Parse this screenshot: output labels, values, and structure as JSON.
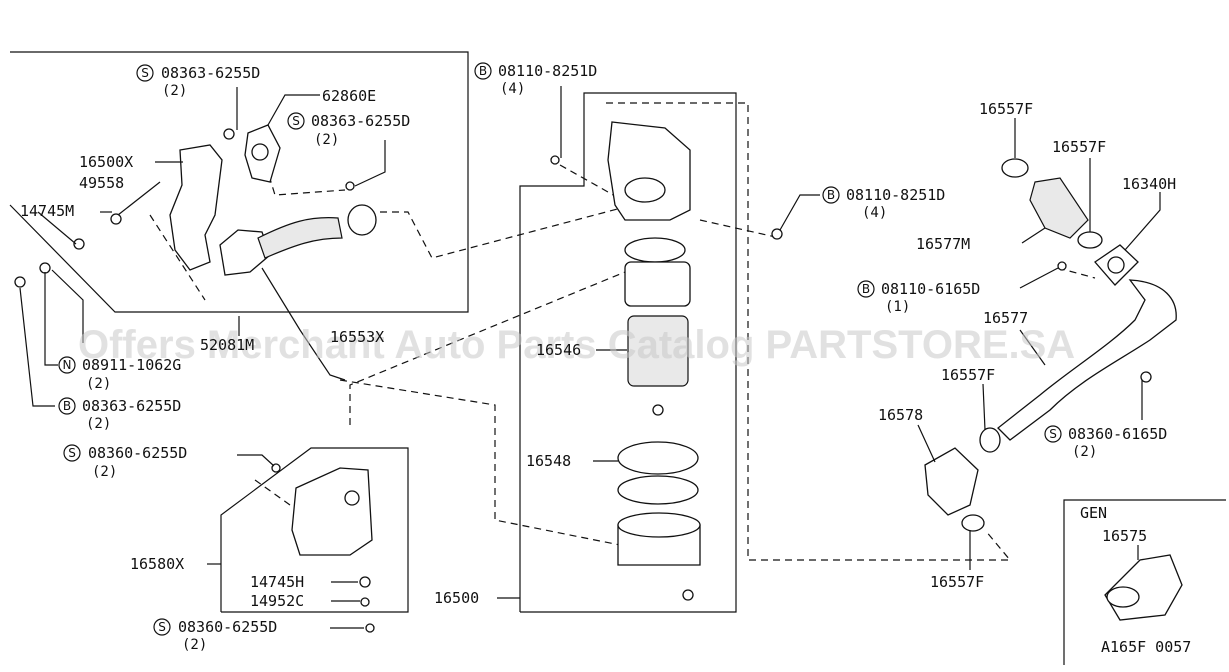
{
  "watermark": "Offers Merchant Auto Parts Catalog PARTSTORE.SA",
  "diagram_code": "A165F 0057",
  "callouts": {
    "s_08363_top": {
      "prefix": "S",
      "part": "08363-6255D",
      "qty": "(2)"
    },
    "n62860e": "62860E",
    "s_08363_mid": {
      "prefix": "S",
      "part": "08363-6255D",
      "qty": "(2)"
    },
    "n16500x": "16500X",
    "n49558": "49558",
    "n14745m": "14745M",
    "n_08911": {
      "prefix": "N",
      "part": "08911-1062G",
      "qty": "(2)"
    },
    "b_08363": {
      "prefix": "B",
      "part": "08363-6255D",
      "qty": "(2)"
    },
    "b_08110_top": {
      "prefix": "B",
      "part": "08110-8251D",
      "qty": "(4)"
    },
    "n16546": "16546",
    "n16548": "16548",
    "n16500": "16500",
    "b_08110_right": {
      "prefix": "B",
      "part": "08110-8251D",
      "qty": "(4)"
    },
    "n16557f_a": "16557F",
    "n16557f_b": "16557F",
    "n16340h": "16340H",
    "n16577m": "16577M",
    "b_08110_6165": {
      "prefix": "B",
      "part": "08110-6165D",
      "qty": "(1)"
    },
    "n16577": "16577",
    "n16557f_c": "16557F",
    "n16578": "16578",
    "s_08360_right": {
      "prefix": "S",
      "part": "08360-6165D",
      "qty": "(2)"
    },
    "n16557f_d": "16557F",
    "s_08360_left": {
      "prefix": "S",
      "part": "08360-6255D",
      "qty": "(2)"
    },
    "n16580x": "16580X",
    "n14745h": "14745H",
    "n14952c": "14952C",
    "s_08360_bottom": {
      "prefix": "S",
      "part": "08360-6255D",
      "qty": "(2)"
    },
    "n16546_box": "52081M",
    "n16553x": "16553X",
    "gen_label": "GEN",
    "n16575": "16575"
  }
}
